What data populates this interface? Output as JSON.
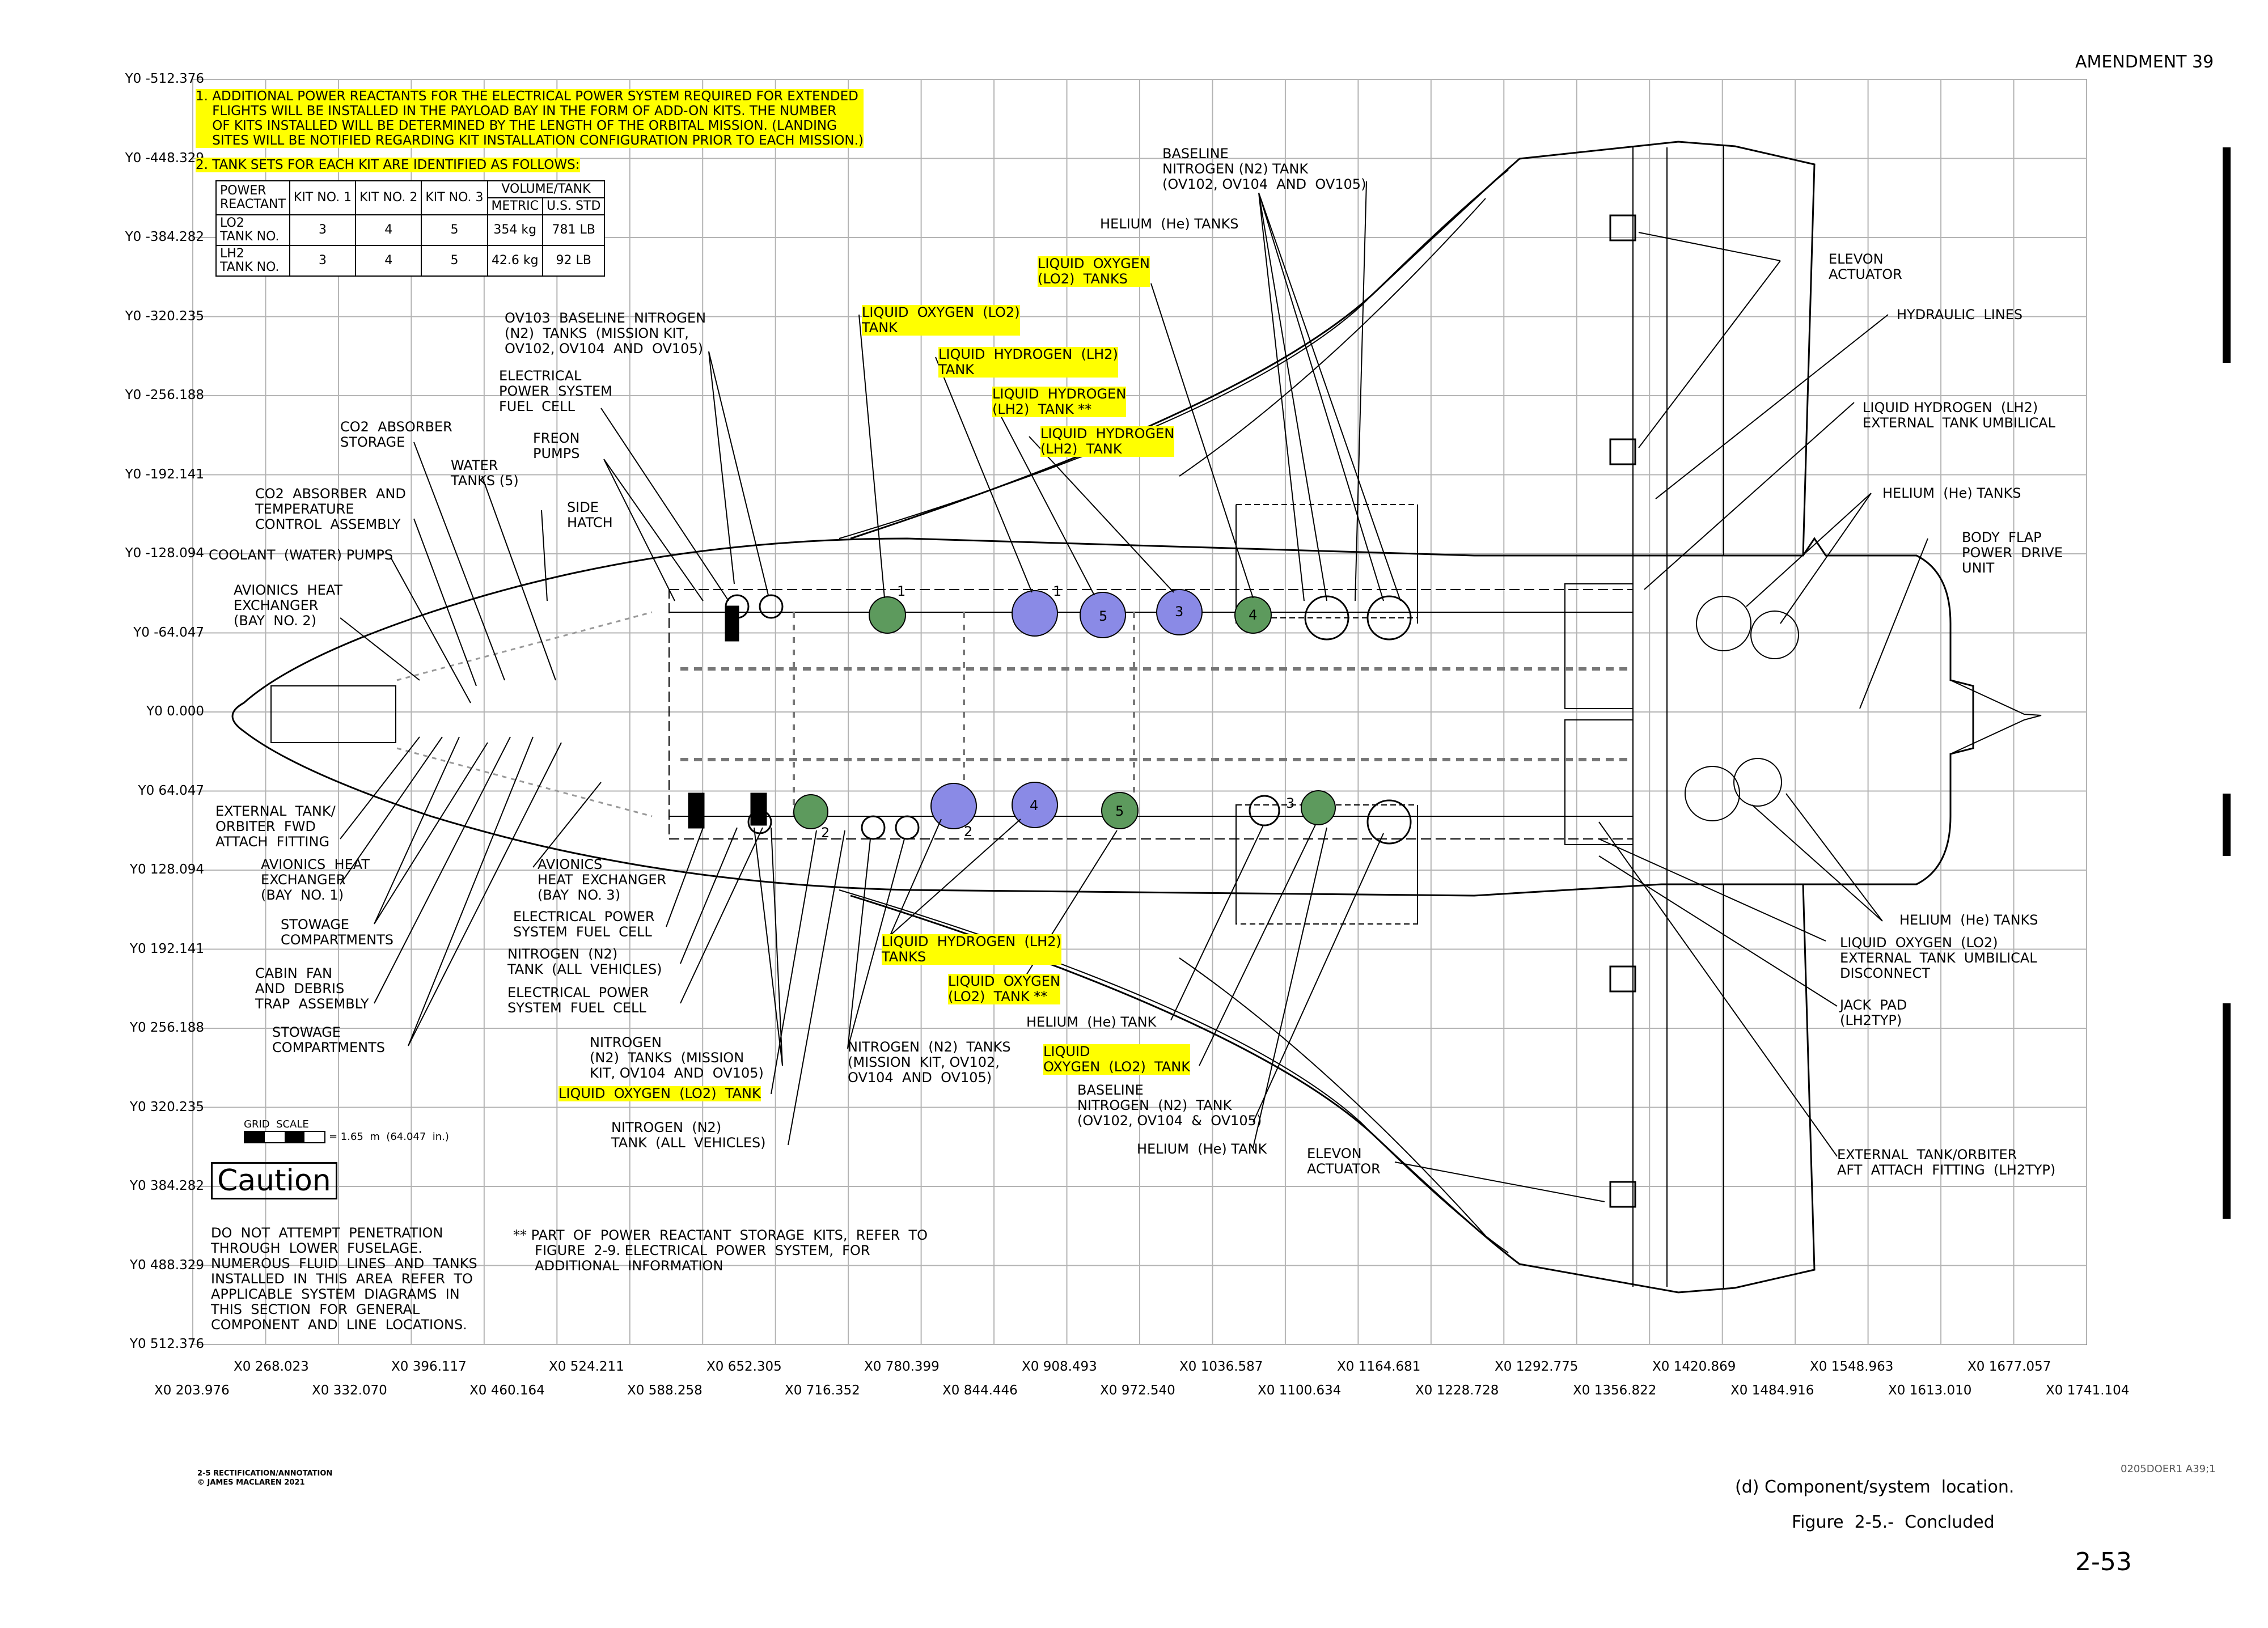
{
  "header": {
    "amendment": "AMENDMENT 39"
  },
  "notes": {
    "note1": "1. ADDITIONAL POWER REACTANTS FOR THE ELECTRICAL POWER SYSTEM REQUIRED FOR EXTENDED\n    FLIGHTS WILL BE INSTALLED IN THE PAYLOAD BAY IN THE FORM OF ADD-ON KITS. THE NUMBER\n    OF KITS INSTALLED WILL BE DETERMINED BY THE LENGTH OF THE ORBITAL MISSION. (LANDING\n    SITES WILL BE NOTIFIED REGARDING KIT INSTALLATION CONFIGURATION PRIOR TO EACH MISSION.)",
    "note2": "2. TANK SETS FOR EACH KIT ARE IDENTIFIED AS FOLLOWS:"
  },
  "kit_table": {
    "h_reactant": "POWER\nREACTANT",
    "h_kit1": "KIT NO. 1",
    "h_kit2": "KIT NO. 2",
    "h_kit3": "KIT NO. 3",
    "h_volume": "VOLUME/TANK",
    "h_metric": "METRIC",
    "h_us": "U.S. STD",
    "r1_name": "LO2\nTANK NO.",
    "r1_k1": "3",
    "r1_k2": "4",
    "r1_k3": "5",
    "r1_metric": "354 kg",
    "r1_us": "781 LB",
    "r2_name": "LH2\nTANK NO.",
    "r2_k1": "3",
    "r2_k2": "4",
    "r2_k3": "5",
    "r2_metric": "42.6 kg",
    "r2_us": "92 LB"
  },
  "y_axis": [
    "Y0 -512.376",
    "Y0 -448.329",
    "Y0 -384.282",
    "Y0 -320.235",
    "Y0 -256.188",
    "Y0 -192.141",
    "Y0 -128.094",
    "Y0 -64.047",
    "Y0 0.000",
    "Y0 64.047",
    "Y0 128.094",
    "Y0 192.141",
    "Y0 256.188",
    "Y0 320.235",
    "Y0 384.282",
    "Y0 488.329",
    "Y0 512.376"
  ],
  "x_axis_top": [
    "X0 268.023",
    "X0 396.117",
    "X0 524.211",
    "X0 652.305",
    "X0 780.399",
    "X0 908.493",
    "X0 1036.587",
    "X0 1164.681",
    "X0 1292.775",
    "X0 1420.869",
    "X0 1548.963",
    "X0 1677.057"
  ],
  "x_axis_bottom": [
    "X0 203.976",
    "X0 332.070",
    "X0 460.164",
    "X0 588.258",
    "X0 716.352",
    "X0 844.446",
    "X0 972.540",
    "X0 1100.634",
    "X0 1228.728",
    "X0 1356.822",
    "X0 1484.916",
    "X0 1613.010",
    "X0 1741.104"
  ],
  "labels": {
    "baseline_n2": "BASELINE\nNITROGEN (N2) TANK\n(OV102, OV104  AND  OV105)",
    "helium_tanks_top": "HELIUM  (He) TANKS",
    "elevon_actuator_top": "ELEVON\nACTUATOR",
    "hydraulic_lines": "HYDRAULIC  LINES",
    "lh2_ext_umbilical": "LIQUID HYDROGEN  (LH2)\nEXTERNAL  TANK UMBILICAL",
    "helium_tanks_right": "HELIUM  (He) TANKS",
    "body_flap": "BODY  FLAP\nPOWER  DRIVE\nUNIT",
    "lo2_tanks_hl": "LIQUID  OXYGEN\n(LO2)  TANKS",
    "lo2_tank_hl": "LIQUID  OXYGEN  (LO2)\nTANK",
    "lh2_tank_hl1": "LIQUID  HYDROGEN  (LH2)\nTANK",
    "lh2_tank_hl2": "LIQUID  HYDROGEN\n(LH2)  TANK **",
    "lh2_tank_hl3": "LIQUID  HYDROGEN\n(LH2)  TANK",
    "ov103_n2": "OV103  BASELINE  NITROGEN\n(N2)  TANKS  (MISSION KIT,\nOV102, OV104  AND  OV105)",
    "eps_fuel_cell": "ELECTRICAL\nPOWER  SYSTEM\nFUEL  CELL",
    "freon_pumps": "FREON\nPUMPS",
    "co2_storage": "CO2  ABSORBER\nSTORAGE",
    "water_tanks": "WATER\nTANKS (5)",
    "side_hatch": "SIDE\nHATCH",
    "co2_temp": "CO2  ABSORBER  AND\nTEMPERATURE\nCONTROL  ASSEMBLY",
    "coolant_pumps": "COOLANT  (WATER) PUMPS",
    "avionics_bay2": "AVIONICS  HEAT\nEXCHANGER\n(BAY  NO. 2)",
    "ext_tank_fwd": "EXTERNAL  TANK/\nORBITER  FWD\nATTACH  FITTING",
    "avionics_bay1": "AVIONICS  HEAT\nEXCHANGER\n(BAY  NO. 1)",
    "stowage_1": "STOWAGE\nCOMPARTMENTS",
    "cabin_fan": "CABIN  FAN\nAND  DEBRIS\nTRAP  ASSEMBLY",
    "stowage_2": "STOWAGE\nCOMPARTMENTS",
    "avionics_bay3": "AVIONICS\nHEAT  EXCHANGER\n(BAY  NO. 3)",
    "eps_fuel_cell_2": "ELECTRICAL  POWER\nSYSTEM  FUEL  CELL",
    "n2_all": "NITROGEN  (N2)\nTANK  (ALL  VEHICLES)",
    "eps_fuel_cell_3": "ELECTRICAL  POWER\nSYSTEM  FUEL  CELL",
    "n2_mission": "NITROGEN\n(N2)  TANKS  (MISSION\nKIT, OV104  AND  OV105)",
    "lo2_tank_bottom_hl": "LIQUID  OXYGEN  (LO2)  TANK",
    "n2_all_2": "NITROGEN  (N2)\nTANK  (ALL  VEHICLES)",
    "n2_mission_2": "NITROGEN  (N2)  TANKS\n(MISSION  KIT, OV102,\nOV104  AND  OV105)",
    "lh2_tanks_bottom_hl": "LIQUID  HYDROGEN  (LH2)\nTANKS",
    "lo2_tank_bottom_hl2": "LIQUID  OXYGEN\n(LO2)  TANK **",
    "helium_tank": "HELIUM  (He) TANK",
    "lo2_tank_bottom_hl3": "LIQUID\nOXYGEN  (LO2)  TANK",
    "baseline_n2_bottom": "BASELINE\nNITROGEN  (N2)  TANK\n(OV102, OV104  &  OV105)",
    "helium_tank_bottom": "HELIUM  (He) TANK",
    "elevon_actuator_bottom": "ELEVON\nACTUATOR",
    "helium_tanks_lower": "HELIUM  (He) TANKS",
    "lo2_ext_umbilical": "LIQUID  OXYGEN  (LO2)\nEXTERNAL  TANK  UMBILICAL\nDISCONNECT",
    "jack_pad": "JACK  PAD\n(LH2TYP)",
    "ext_tank_aft": "EXTERNAL  TANK/ORBITER\nAFT  ATTACH  FITTING  (LH2TYP)"
  },
  "grid_scale": {
    "title": "GRID  SCALE",
    "value": "= 1.65  m  (64.047  in.)"
  },
  "caution": {
    "title": "Caution",
    "text": "DO  NOT  ATTEMPT  PENETRATION\nTHROUGH  LOWER  FUSELAGE.\nNUMEROUS  FLUID  LINES  AND  TANKS\nINSTALLED  IN  THIS  AREA  REFER  TO\nAPPLICABLE  SYSTEM  DIAGRAMS  IN\nTHIS  SECTION  FOR  GENERAL\nCOMPONENT  AND  LINE  LOCATIONS."
  },
  "footnote": "** PART  OF  POWER  REACTANT  STORAGE  KITS,  REFER  TO\n     FIGURE  2-9. ELECTRICAL  POWER  SYSTEM,  FOR\n     ADDITIONAL  INFORMATION",
  "tank_numbers": {
    "t1a": "1",
    "t1b": "1",
    "t5a": "5",
    "t3a": "3",
    "t4a": "4",
    "t2a": "2",
    "t2b": "2",
    "t4b": "4",
    "t5b": "5",
    "t3b": "3"
  },
  "footer": {
    "code": "0205DOER1 A39;1",
    "credit": "2-5 RECTIFICATION/ANNOTATION\n© JAMES MACLAREN 2021",
    "caption": "(d) Component/system  location.",
    "figure": "Figure  2-5.-  Concluded",
    "page": "2-53"
  },
  "colors": {
    "highlight": "#ffff00",
    "lo2_tank": "#5d9a5d",
    "lh2_tank": "#8a8ae6",
    "line": "#000000",
    "grid": "#b4b4b4"
  }
}
